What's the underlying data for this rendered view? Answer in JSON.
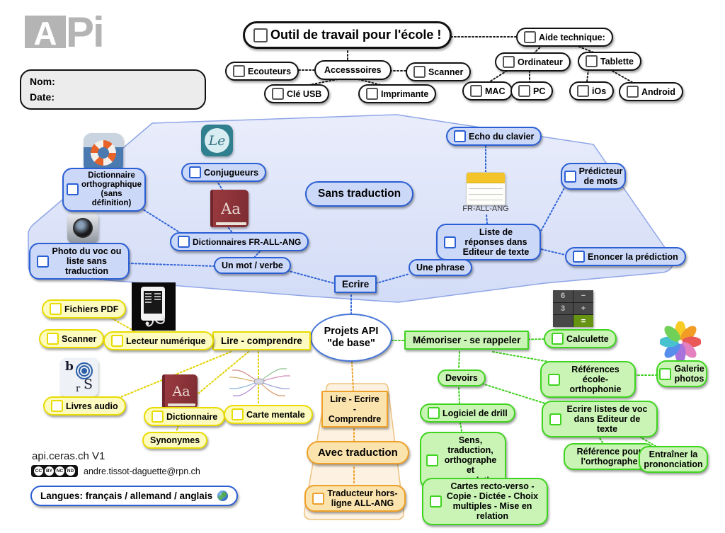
{
  "palette": {
    "blue_fill": "#ccd8f7",
    "blue_border": "#2a5fd5",
    "blue_region": "#dde4f9",
    "yellow_fill": "#fdfbc0",
    "yellow_border": "#e9dc00",
    "green_fill": "#c9f4b5",
    "green_border": "#3fd41f",
    "orange_fill": "#fbe3ad",
    "orange_border": "#eea028",
    "orange_region": "#fdf2e1"
  },
  "header": {
    "logo_a": "A",
    "logo_p": "P",
    "logo_i": "i",
    "nom_label": "Nom:",
    "date_label": "Date:"
  },
  "top_tree": {
    "title": "Outil de travail pour l'école !",
    "accessoires": "Accesssoires",
    "ecouteurs": "Ecouteurs",
    "scanner": "Scanner",
    "cle_usb": "Clé USB",
    "imprimante": "Imprimante",
    "aide_technique": "Aide technique:",
    "ordinateur": "Ordinateur",
    "mac": "MAC",
    "pc": "PC",
    "tablette": "Tablette",
    "ios": "iOs",
    "android": "Android"
  },
  "blue_branch": {
    "dict_ortho": "Dictionnaire orthographique (sans définition)",
    "conjugueurs": "Conjugueurs",
    "sans_traduction": "Sans traduction",
    "echo_clavier": "Echo du clavier",
    "predicteur": "Prédicteur de mots",
    "notes_caption": "FR-ALL-ANG",
    "liste_reponses": "Liste de réponses dans Editeur de texte",
    "enoncer": "Enoncer la prédiction",
    "photo_voc": "Photo du voc ou liste sans traduction",
    "dictionnaires": "Dictionnaires FR-ALL-ANG",
    "un_mot": "Un mot / verbe",
    "une_phrase": "Une phrase",
    "ecrire": "Ecrire"
  },
  "center": {
    "projets_line1": "Projets API",
    "projets_line2": "\"de base\""
  },
  "yellow_branch": {
    "lire_comprendre": "Lire - comprendre",
    "fichiers_pdf": "Fichiers PDF",
    "scanner": "Scanner",
    "lecteur_numerique": "Lecteur numérique",
    "livres_audio": "Livres audio",
    "dictionnaire": "Dictionnaire",
    "synonymes": "Synonymes",
    "carte_mentale": "Carte mentale"
  },
  "green_branch": {
    "memoriser": "Mémoriser - se rappeler",
    "calculette": "Calculette",
    "references": "Références école-orthophonie",
    "galerie": "Galerie photos",
    "devoirs": "Devoirs",
    "logiciel_drill": "Logiciel de drill",
    "sens_traduction": "Sens, traduction, orthographe et prononciation",
    "cartes_recto": "Cartes recto-verso - Copie - Dictée - Choix multiples - Mise en relation",
    "ecrire_listes": "Ecrire listes de voc dans Editeur de texte",
    "reference_ortho": "Référence pour l'orthographe",
    "entrainer": "Entraîner la prononciation"
  },
  "orange_branch": {
    "lire_ecrire_comprendre": "Lire - Ecrire - Comprendre",
    "avec_traduction": "Avec traduction",
    "traducteur": "Traducteur hors-ligne ALL-ANG"
  },
  "footer": {
    "site": "api.ceras.ch  V1",
    "email": "andre.tissot-daguette@rpn.ch",
    "langues": "Langues: français / allemand / anglais",
    "cc_parts": [
      "cc",
      "by",
      "nc",
      "nd"
    ]
  },
  "icons": {
    "api_logo": "api-logo",
    "lifebuoy": "lifebuoy-icon",
    "conjugueurs": {
      "glyph": "Le"
    },
    "dictionary": {
      "glyph": "Aa"
    },
    "camera": "camera-icon",
    "notes": "notes-icon",
    "ereader": "ereader-icon",
    "bsr": {
      "b": "b",
      "S": "S",
      "r": "r"
    },
    "mindmap": "mindmap-icon",
    "calculator": {
      "k6": "6",
      "km": "−",
      "k3": "3",
      "kp": "+",
      "keq": "="
    },
    "photos": "photos-flower-icon",
    "globe": "globe-icon",
    "cc": "cc-license-icon"
  }
}
